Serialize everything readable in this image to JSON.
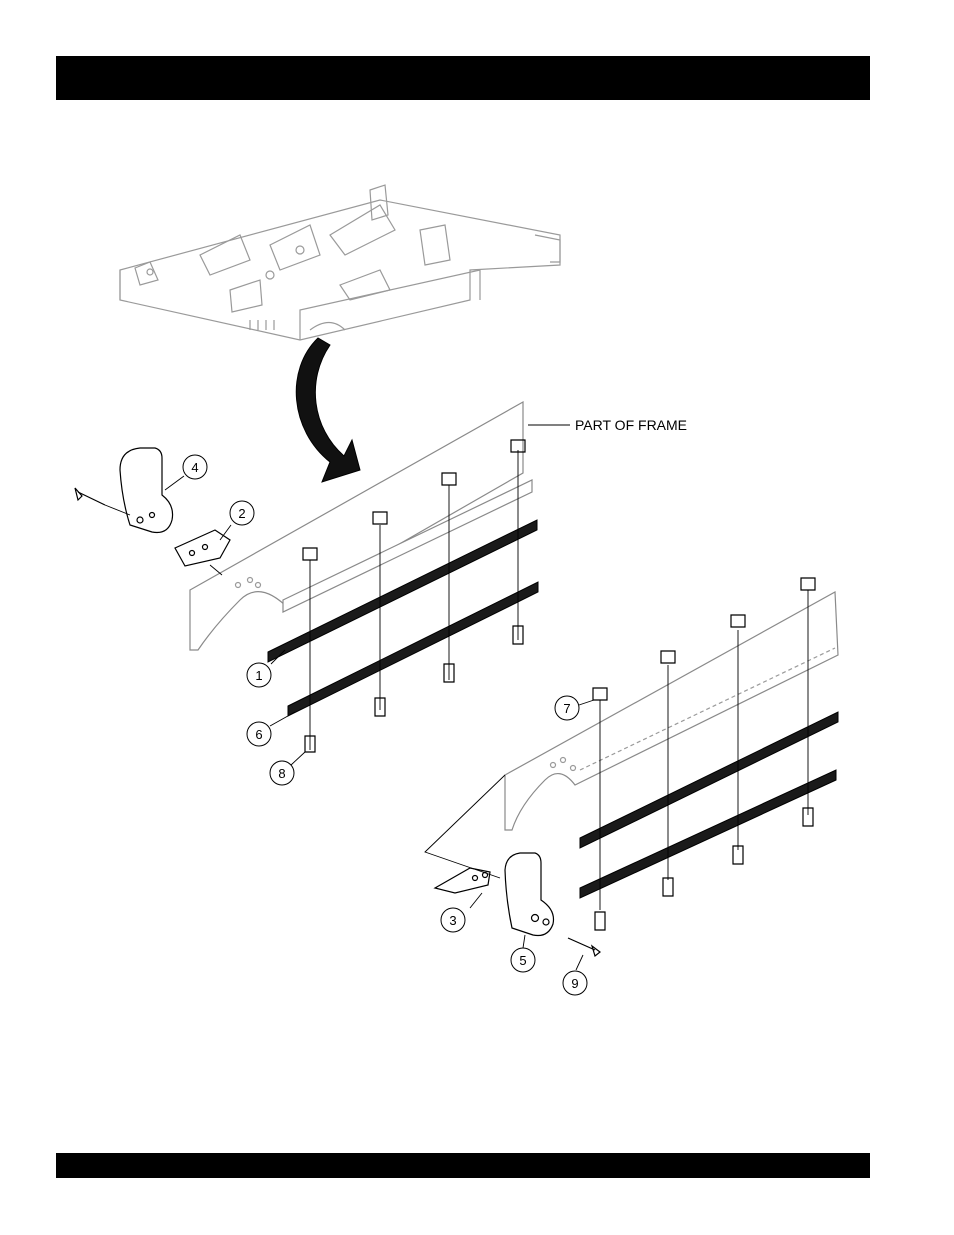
{
  "header_bar": "",
  "footer_bar": "",
  "frame_label": "PART OF FRAME",
  "callouts": {
    "c1": "1",
    "c2": "2",
    "c3": "3",
    "c4": "4",
    "c5": "5",
    "c6": "6",
    "c7": "7",
    "c8": "8",
    "c9": "9"
  },
  "colors": {
    "bar": "#000000",
    "frame_outline": "#9a9a9a",
    "strip": "#1a1a1a"
  }
}
